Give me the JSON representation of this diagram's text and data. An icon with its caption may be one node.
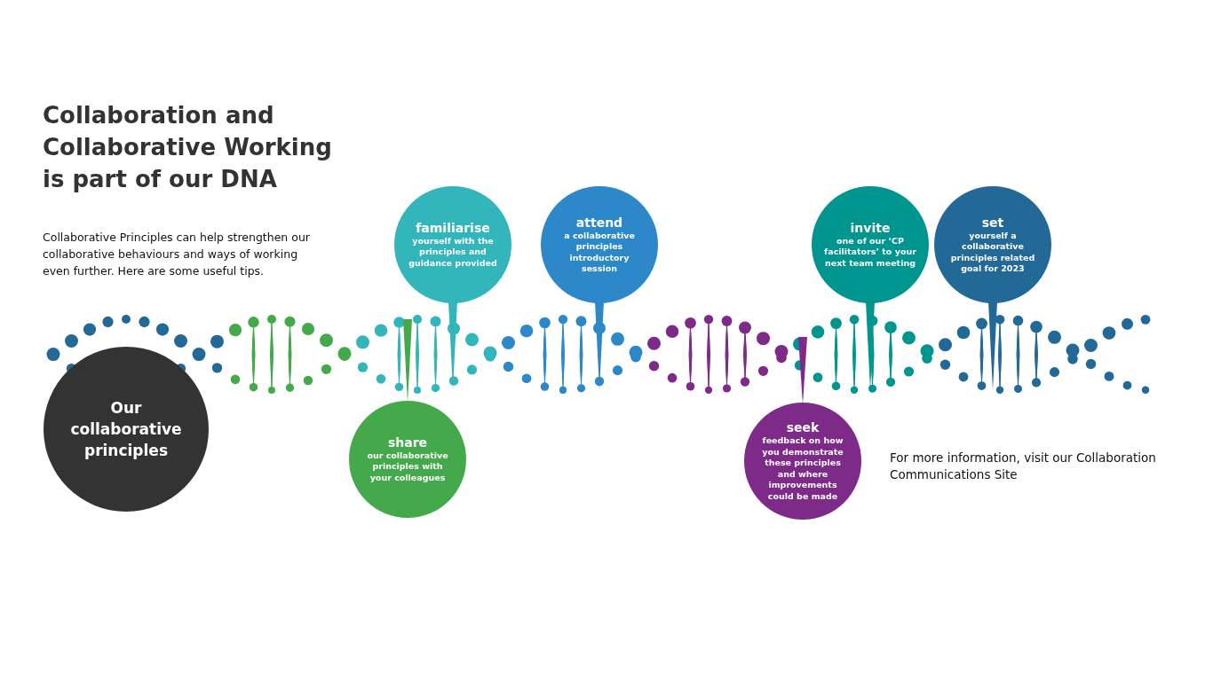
{
  "diagram": {
    "title": "Collaboration and Collaborative Working is part of our DNA",
    "nodes": [
      {
        "text": [
          "Our collaborative principles"
        ]
      },
      {
        "text": [
          "familiarise",
          "yourself with the principles and guidance provided"
        ]
      },
      {
        "text": [
          "share",
          "our collaborative principles with your colleagues"
        ]
      },
      {
        "text": [
          "attend",
          "a collaborative principles introductory session"
        ]
      },
      {
        "text": [
          "seek",
          "feedback on how you demonstrate these principles and where improvements could be made"
        ]
      },
      {
        "text": [
          "invite",
          "one of our ‘CP facilitators’ to your next team meeting"
        ]
      },
      {
        "text": [
          "set",
          "yourself a collaborative principles related goal for 2023"
        ]
      }
    ],
    "labels": [
      "Collaborative Principles can help strengthen our collaborative behaviours and ways of working even further. Here are some useful tips.",
      "For more information, visit our Collaboration Communications Site"
    ]
  }
}
